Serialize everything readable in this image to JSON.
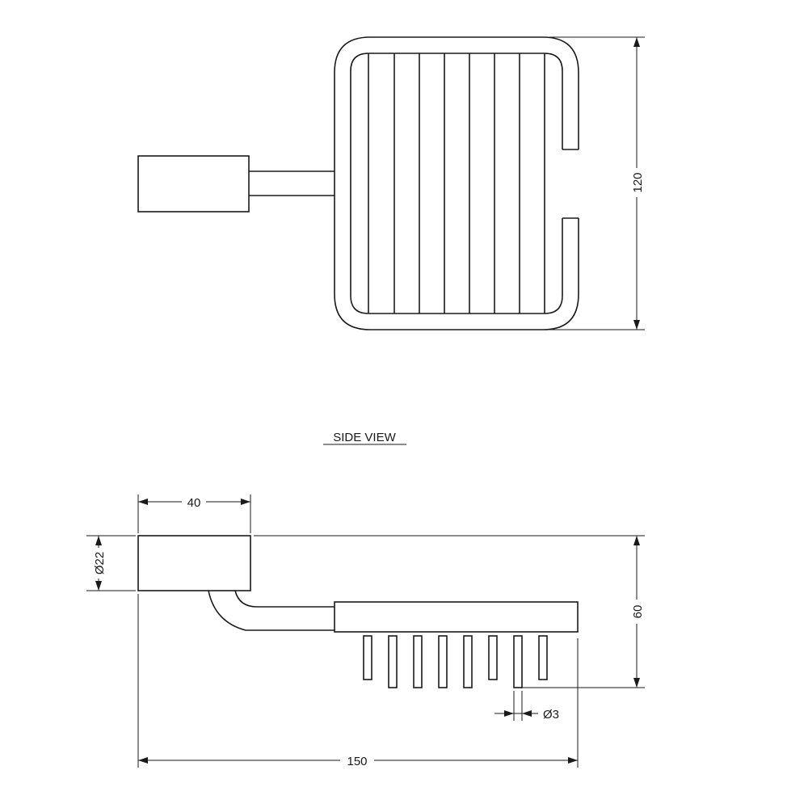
{
  "labels": {
    "side_view_title": "SIDE VIEW"
  },
  "dimensions": {
    "height_top_view": "120",
    "bracket_width": "40",
    "mount_diameter": "Ø22",
    "height_side_view": "60",
    "bar_diameter": "Ø3",
    "overall_length": "150"
  },
  "colors": {
    "line": "#1a1a1a",
    "background": "#ffffff"
  }
}
